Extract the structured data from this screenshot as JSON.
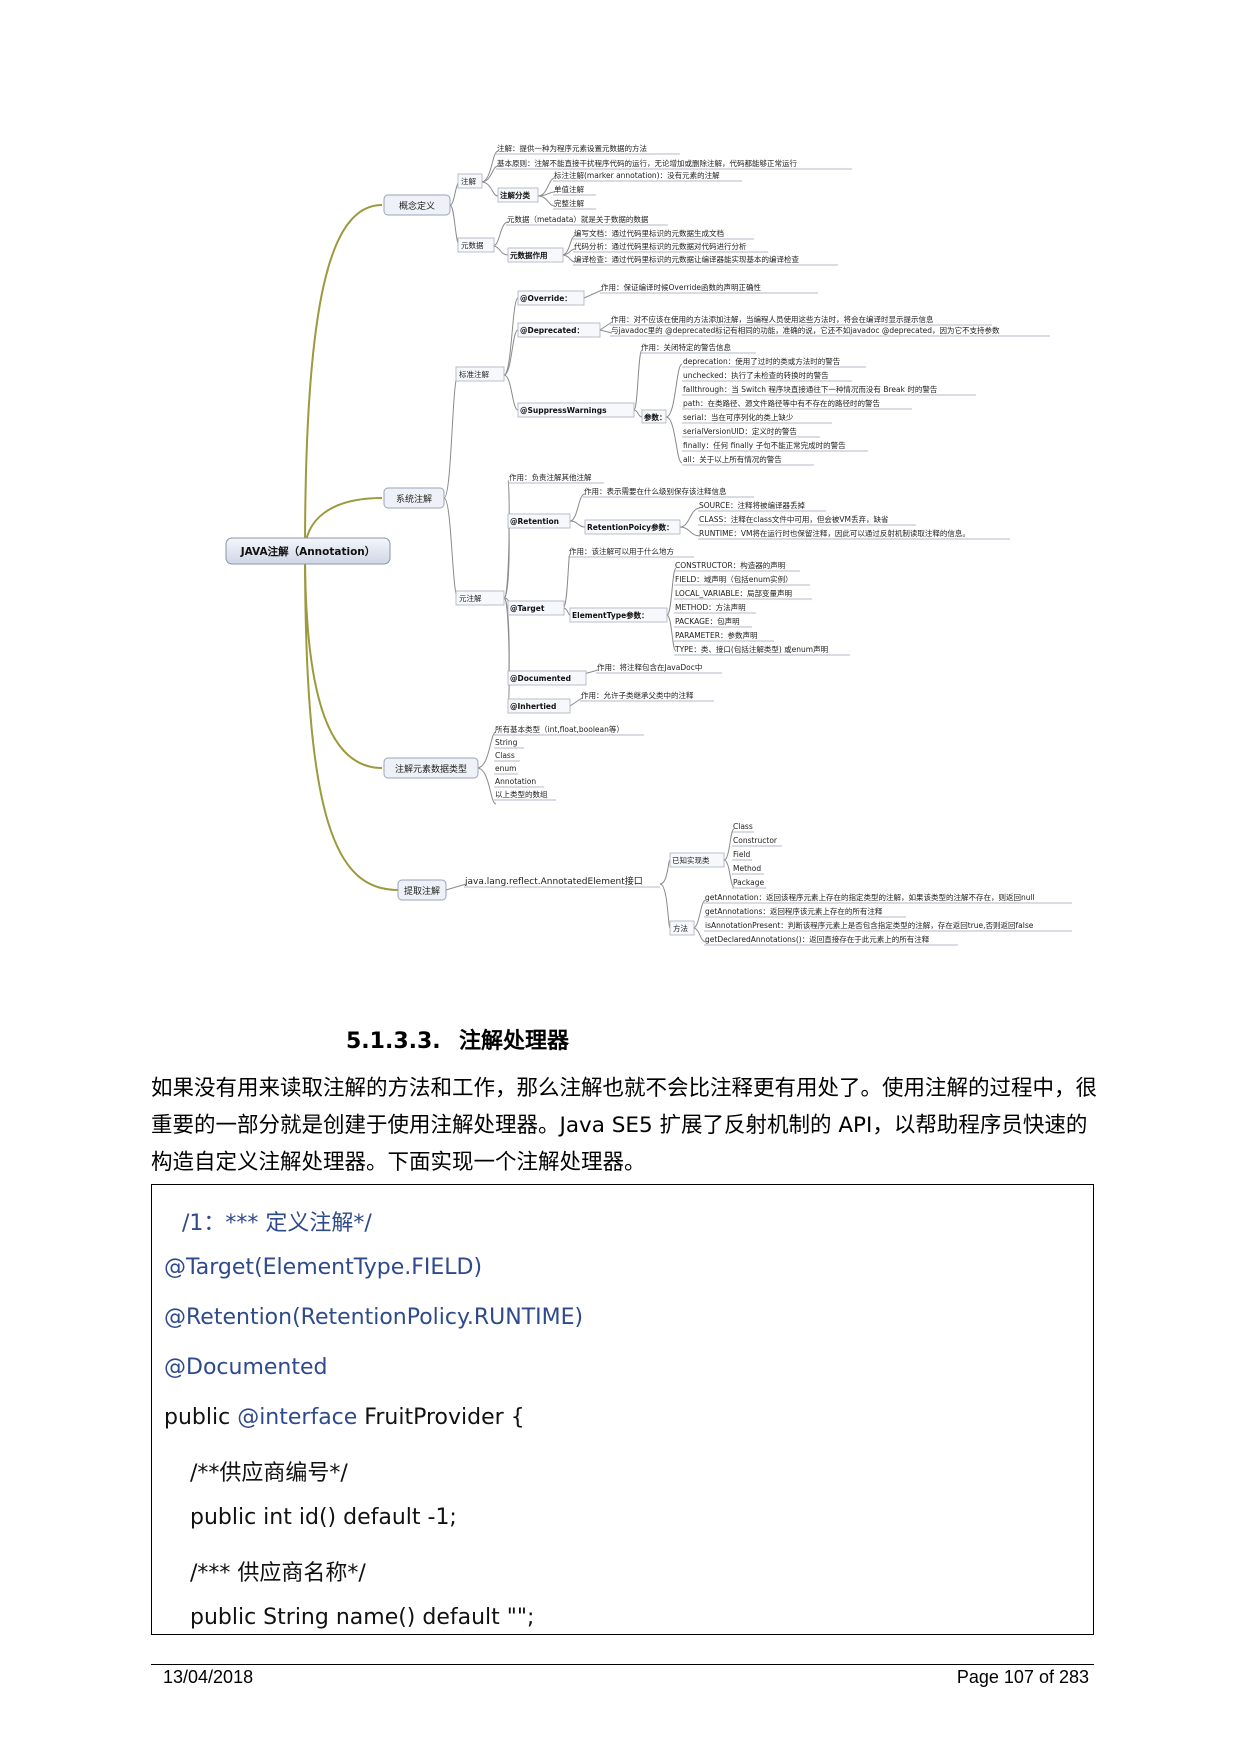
{
  "mindmap": {
    "root": "JAVA注解（Annotation）",
    "concept": {
      "label": "概念定义",
      "annotation": {
        "label": "注解",
        "items": [
          "注解：提供一种为程序元素设置元数据的方法",
          "基本原则：注解不能直接干扰程序代码的运行，无论增加或删除注解，代码都能够正常运行"
        ],
        "category": {
          "label": "注解分类",
          "items": [
            "标注注解(marker annotation)：没有元素的注解",
            "单值注解",
            "完整注解"
          ]
        }
      },
      "metadata": {
        "label": "元数据",
        "def": "元数据（metadata）就是关于数据的数据",
        "role": {
          "label": "元数据作用",
          "items": [
            "编写文档：通过代码里标识的元数据生成文档",
            "代码分析：通过代码里标识的元数据对代码进行分析",
            "编译检查：通过代码里标识的元数据让编译器能实现基本的编译检查"
          ]
        }
      }
    },
    "system": {
      "label": "系统注解",
      "standard": {
        "label": "标准注解",
        "override": {
          "label": "@Override：",
          "desc": "作用：保证编译时候Override函数的声明正确性"
        },
        "deprecated": {
          "label": "@Deprecated：",
          "desc1": "作用：对不应该在使用的方法添加注解，当编程人员使用这些方法时，将会在编译时显示提示信息",
          "desc2": "与javadoc里的 @deprecated标记有相同的功能，准确的说，它还不如javadoc @deprecated，因为它不支持参数"
        },
        "suppress": {
          "label": "@SuppressWarnings",
          "desc": "作用：关闭特定的警告信息",
          "param": "参数：",
          "params": [
            "deprecation：使用了过时的类或方法时的警告",
            "unchecked：执行了未检查的转换时的警告",
            "fallthrough：当 Switch 程序块直接通往下一种情况而没有 Break 时的警告",
            "path：在类路径、源文件路径等中有不存在的路径时的警告",
            "serial：当在可序列化的类上缺少",
            "serialVersionUID：定义时的警告",
            "finally：任何 finally 子句不能正常完成时的警告",
            "all：关于以上所有情况的警告"
          ]
        }
      },
      "meta": {
        "label": "元注解",
        "desc": "作用：负责注解其他注解",
        "retention": {
          "label": "@Retention",
          "desc": "作用：表示需要在什么级别保存该注释信息",
          "param": "RetentionPoicy参数：",
          "params": [
            "SOURCE：注释将被编译器丢掉",
            "CLASS：注释在class文件中可用，但会被VM丢弃，缺省",
            "RUNTIME：VM将在运行时也保留注释，因此可以通过反射机制读取注释的信息。"
          ]
        },
        "target": {
          "label": "@Target",
          "desc": "作用：该注解可以用于什么地方",
          "param": "ElementType参数：",
          "params": [
            "CONSTRUCTOR：构造器的声明",
            "FIELD：域声明（包括enum实例）",
            "LOCAL_VARIABLE：局部变量声明",
            "METHOD：方法声明",
            "PACKAGE：包声明",
            "PARAMETER：参数声明",
            "TYPE：类、接口(包括注解类型) 或enum声明"
          ]
        },
        "documented": {
          "label": "@Documented",
          "desc": "作用：将注释包含在JavaDoc中"
        },
        "inherited": {
          "label": "@Inhertied",
          "desc": "作用：允许子类继承父类中的注释"
        }
      }
    },
    "element_types": {
      "label": "注解元素数据类型",
      "items": [
        "所有基本类型（int,float,boolean等）",
        "String",
        "Class",
        "enum",
        "Annotation",
        "以上类型的数组"
      ]
    },
    "extract": {
      "label": "提取注解",
      "iface": "java.lang.reflect.AnnotatedElement接口",
      "known": {
        "label": "已知实现类",
        "items": [
          "Class",
          "Constructor",
          "Field",
          "Method",
          "Package"
        ]
      },
      "methods": {
        "label": "方法",
        "items": [
          "getAnnotation：返回该程序元素上存在的指定类型的注解，如果该类型的注解不存在，则返回null",
          "getAnnotations：返回程序该元素上存在的所有注释",
          "isAnnotationPresent：判断该程序元素上是否包含指定类型的注解，存在返回true,否则返回false",
          "getDeclaredAnnotations()：返回直接存在于此元素上的所有注释"
        ]
      }
    }
  },
  "section": {
    "number": "5.1.3.3.",
    "title": "注解处理器"
  },
  "paragraph": "如果没有用来读取注解的方法和工作，那么注解也就不会比注释更有用处了。使用注解的过程中，很重要的一部分就是创建于使用注解处理器。Java SE5 扩展了反射机制的 API，以帮助程序员快速的构造自定义注解处理器。下面实现一个注解处理器。",
  "code": {
    "comment1": "/1：*** 定义注解*/",
    "target": "@Target(ElementType.FIELD)",
    "retention": "@Retention(RetentionPolicy.RUNTIME)",
    "documented": "@Documented",
    "decl_public": "public ",
    "decl_interface": "@interface",
    "decl_rest": " FruitProvider {",
    "comment2": "/**供应商编号*/",
    "id_line": "public int id() default -1;",
    "comment3": "/*** 供应商名称*/",
    "name_line": "public String name() default \"\";"
  },
  "footer": {
    "date": "13/04/2018",
    "page": "Page 107 of 283"
  }
}
